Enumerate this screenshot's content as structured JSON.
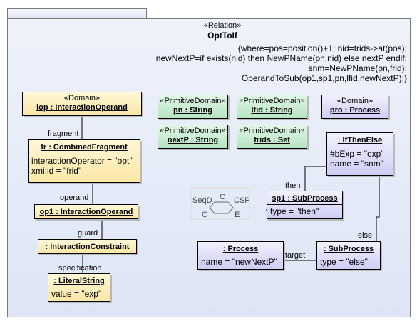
{
  "relation": {
    "stereotype": "«Relation»",
    "name": "OptToIf",
    "where_lines": [
      "{where=pos=position()+1;  nid=frids->at(pos);",
      "newNextP=if exists(nid) then NewPName(pn,nid) else nextP endif;",
      "snm=NewPName(pn,frid);",
      "OperandToSub(op1,sp1,pn,lfid,newNextP);}"
    ]
  },
  "domains": {
    "iop": {
      "stereotype": "«Domain»",
      "name": "iop : InteractionOperand"
    },
    "pro": {
      "stereotype": "«Domain»",
      "name": "pro : Process"
    }
  },
  "primitive_domains": {
    "pn": {
      "stereotype": "«PrimitiveDomain»",
      "name": "pn : String"
    },
    "lfid": {
      "stereotype": "«PrimitiveDomain»",
      "name": "lfid : String"
    },
    "nextP": {
      "stereotype": "«PrimitiveDomain»",
      "name": "nextP : String"
    },
    "frids": {
      "stereotype": "«PrimitiveDomain»",
      "name": "frids : Set"
    }
  },
  "objects": {
    "fr": {
      "name": "fr : CombinedFragment",
      "attrs": [
        "interactionOperator = \"opt\"",
        "xmi:id = \"frid\""
      ]
    },
    "op1": {
      "name": "op1 : InteractionOperand"
    },
    "ic": {
      "name": ": InteractionConstraint"
    },
    "ls": {
      "name": ": LiteralString",
      "attrs": [
        "value = \"exp\""
      ]
    },
    "ite": {
      "name": ": IfThenElse",
      "attrs": [
        "#bExp = \"exp\"",
        "name = \"snm\""
      ]
    },
    "sp1": {
      "name": "sp1 : SubProcess",
      "attrs": [
        "type = \"then\""
      ]
    },
    "proc": {
      "name": ": Process",
      "attrs": [
        "name = \"newNextP\""
      ]
    },
    "sub": {
      "name": ": SubProcess",
      "attrs": [
        "type = \"else\""
      ]
    }
  },
  "links": {
    "fragment": "fragment",
    "operand": "operand",
    "guard": "guard",
    "specification": "specification",
    "then": "then",
    "else": "else",
    "target": "target"
  },
  "transformation": {
    "left": "SeqD",
    "right": "CSP",
    "top_mark": "C",
    "bottom_left_mark": "C",
    "bottom_right_mark": "E"
  }
}
